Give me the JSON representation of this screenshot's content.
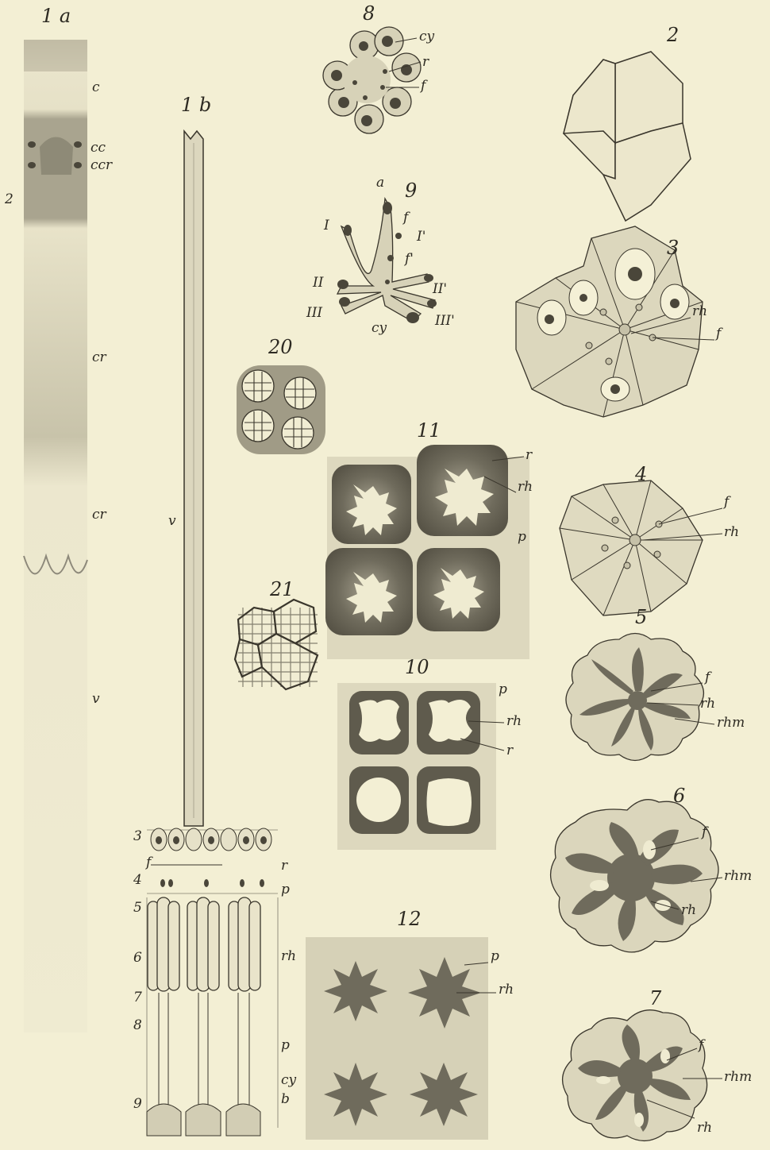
{
  "colors": {
    "paper": "#f3efd4",
    "ink": "#3a362c",
    "stain_dark": "#6f6b5c",
    "stain_mid": "#a8a390",
    "stain_light": "#ddd8bf"
  },
  "figures": {
    "f1a": "1 a",
    "f1b": "1 b",
    "f2": "2",
    "f3": "3",
    "f4": "4",
    "f5": "5",
    "f6": "6",
    "f7": "7",
    "f8": "8",
    "f9": "9",
    "f10": "10",
    "f11": "11",
    "f12": "12",
    "f20": "20",
    "f21": "21"
  },
  "fig1a": {
    "c": "c",
    "cc": "cc",
    "ccr": "ccr",
    "num2": "2",
    "cr1": "cr",
    "cr2": "cr",
    "v": "v"
  },
  "fig1b": {
    "v": "v",
    "n3": "3",
    "n4": "4",
    "n5": "5",
    "n6": "6",
    "n7": "7",
    "n8": "8",
    "n9": "9",
    "f": "f",
    "r": "r",
    "p1": "p",
    "rh": "rh",
    "p2": "p",
    "cy": "cy",
    "b": "b"
  },
  "fig8": {
    "cy": "cy",
    "r": "r",
    "f": "f"
  },
  "fig9": {
    "a": "a",
    "f": "f",
    "I": "I",
    "I_": "I'",
    "f_": "f'",
    "II": "II",
    "II_": "II'",
    "III": "III",
    "III_": "III'",
    "cy": "cy"
  },
  "fig3": {
    "rh": "rh",
    "f": "f"
  },
  "fig4": {
    "f": "f",
    "rh": "rh"
  },
  "fig5": {
    "f": "f",
    "rh": "rh",
    "rhm": "rhm"
  },
  "fig6": {
    "f": "f",
    "rhm": "rhm",
    "rh": "rh"
  },
  "fig7": {
    "f": "f",
    "rhm": "rhm",
    "rh": "rh"
  },
  "fig10": {
    "p": "p",
    "rh": "rh",
    "r": "r"
  },
  "fig11": {
    "r": "r",
    "rh": "rh",
    "p": "p"
  },
  "fig12": {
    "p": "p",
    "rh": "rh"
  }
}
